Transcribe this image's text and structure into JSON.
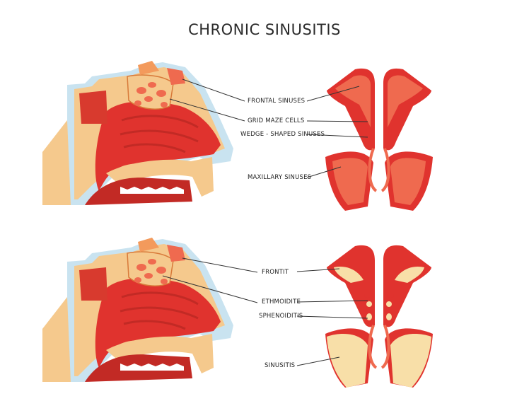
{
  "title": "CHRONIC SINUSITIS",
  "top_panel": {
    "labels": [
      "FRONTAL SINUSES",
      "GRID MAZE CELLS",
      "WEDGE - SHAPED SINUSES",
      "MAXILLARY SINUSES"
    ]
  },
  "bottom_panel": {
    "labels": [
      "FRONTIT",
      "ETHMOIDITE",
      "SPHENOIDITIS",
      "SINUSITIS"
    ]
  },
  "colors": {
    "tissue_red": "#e0332e",
    "sinus_orange": "#ef6a4f",
    "bone_tan": "#f5c98d",
    "inflamed_cream": "#f8dfa8",
    "skin_blue": "#c9e3f0"
  }
}
